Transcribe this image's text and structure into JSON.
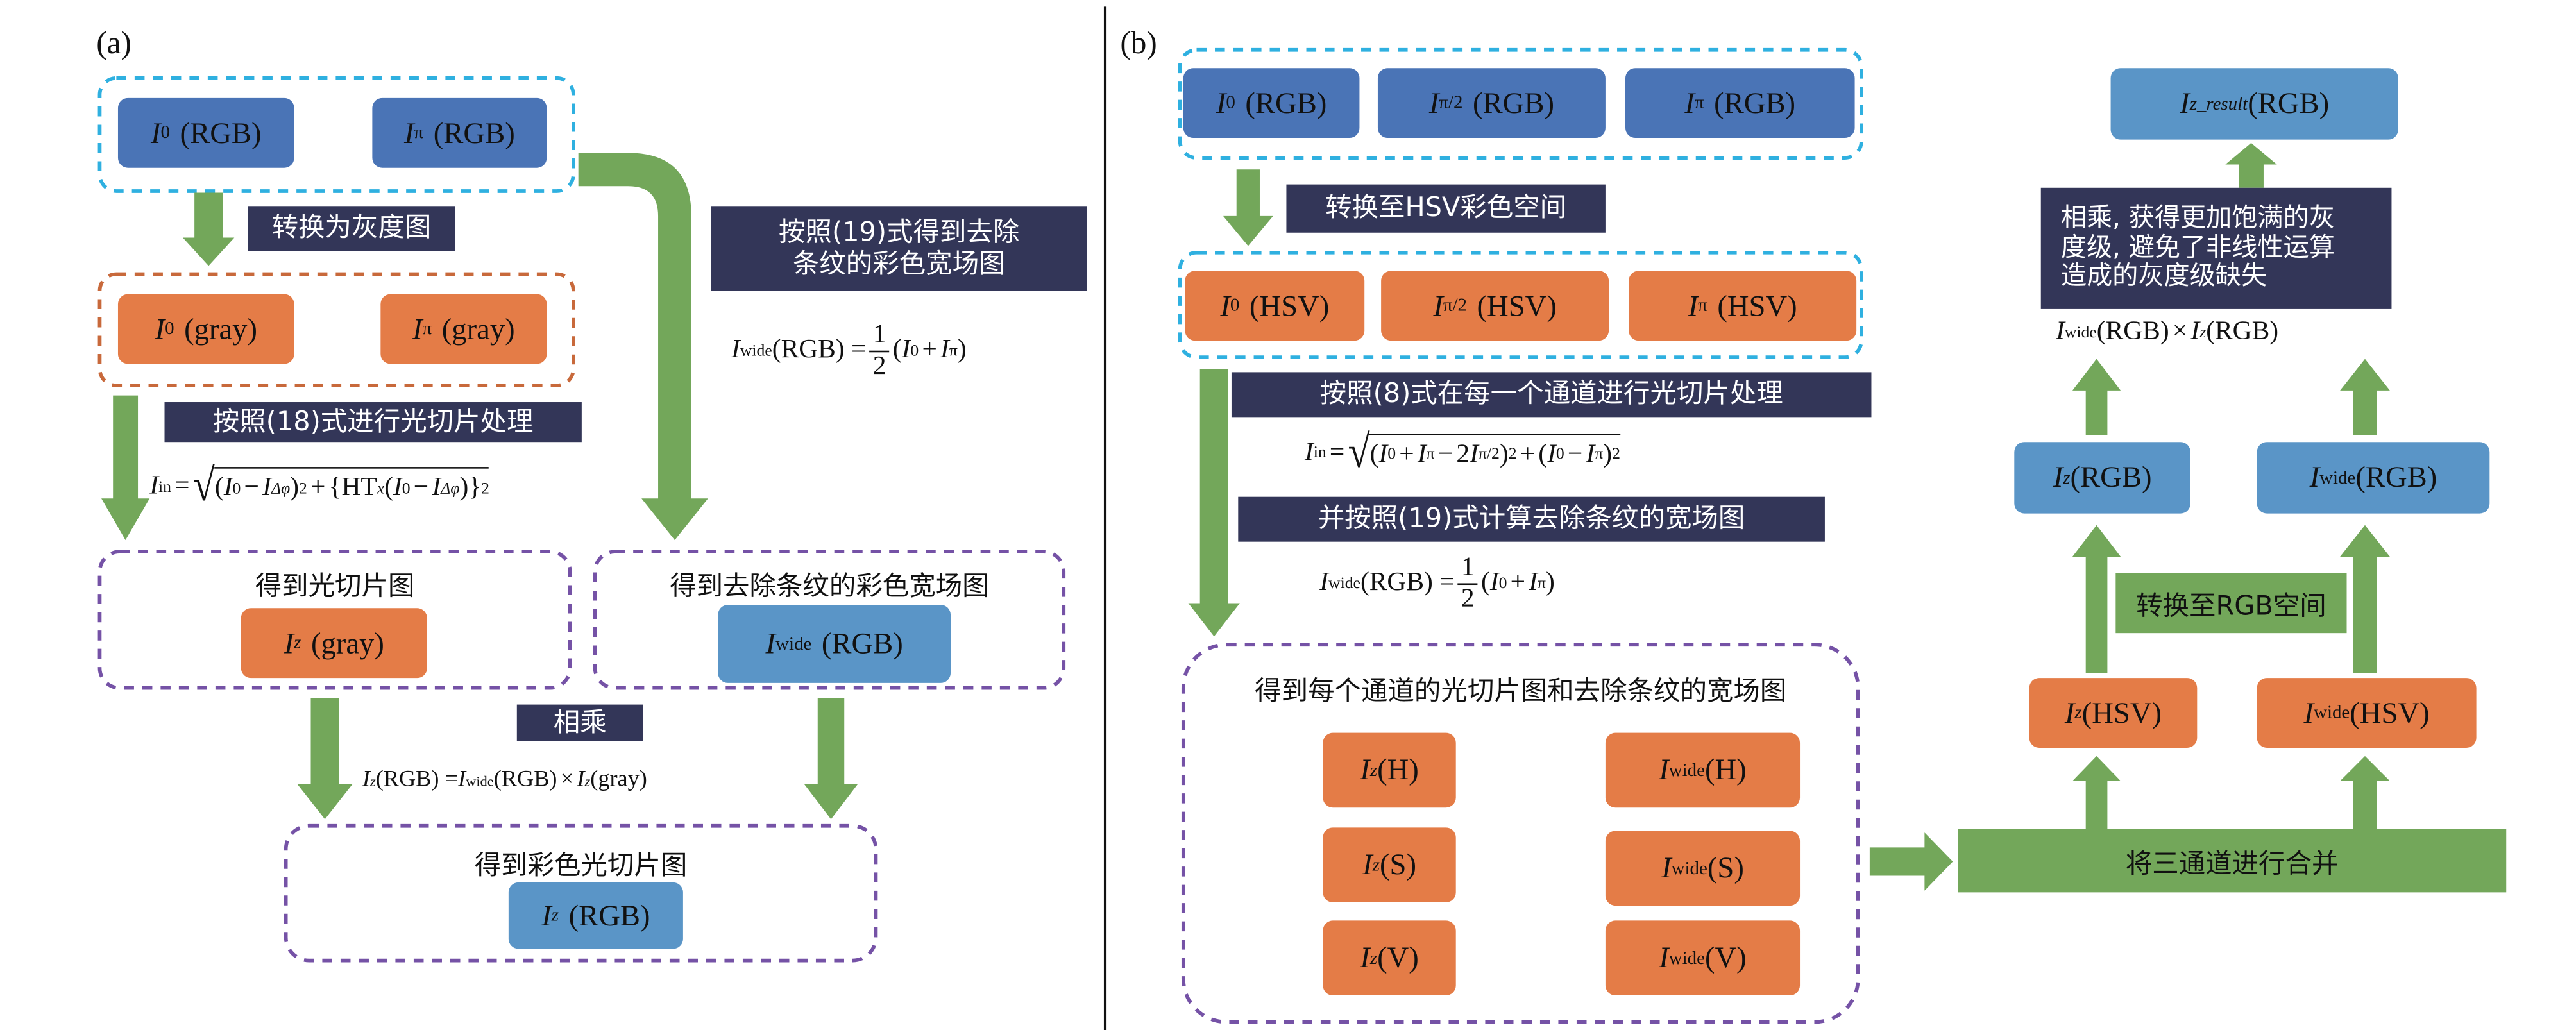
{
  "colors": {
    "dark_blue_node": "#4a74b6",
    "light_blue_node": "#5a95c7",
    "orange_node": "#e47c47",
    "arrow_green": "#73a75a",
    "label_navy": "#333658",
    "dash_cyan": "#2fb0e0",
    "dash_orange": "#c8693b",
    "dash_purple": "#7552a6"
  },
  "panel_a": {
    "label": "(a)",
    "inputs": [
      {
        "var": "I",
        "sub": "0",
        "rest": "(RGB)"
      },
      {
        "var": "I",
        "sub": "π",
        "rest": "(RGB)"
      }
    ],
    "step_gray_label": "转换为灰度图",
    "gray": [
      {
        "var": "I",
        "sub": "0",
        "rest": "(gray)"
      },
      {
        "var": "I",
        "sub": "π",
        "rest": "(gray)"
      }
    ],
    "step_slice_label": "按照(18)式进行光切片处理",
    "formula_slice": [
      {
        "t": "I",
        "c": "i"
      },
      {
        "t": "in",
        "c": "sub"
      },
      {
        "t": " = ",
        "c": "op"
      },
      {
        "sqrt": [
          {
            "t": "("
          },
          {
            "t": "I",
            "c": "i"
          },
          {
            "t": "0",
            "c": "sub"
          },
          {
            "t": "−",
            "c": "op"
          },
          {
            "t": "I",
            "c": "i"
          },
          {
            "t": "Δφ",
            "c": "subi"
          },
          {
            "t": ")"
          },
          {
            "t": "2",
            "c": "sup"
          },
          {
            "t": "+",
            "c": "op"
          },
          {
            "t": "{HT"
          },
          {
            "t": "x",
            "c": "subi"
          },
          {
            "t": "("
          },
          {
            "t": "I",
            "c": "i"
          },
          {
            "t": "0",
            "c": "sub"
          },
          {
            "t": "−",
            "c": "op"
          },
          {
            "t": "I",
            "c": "i"
          },
          {
            "t": "Δφ",
            "c": "subi"
          },
          {
            "t": ")}"
          },
          {
            "t": "2",
            "c": "sup"
          }
        ]
      }
    ],
    "step_wide_label_lines": [
      "按照(19)式得到去除",
      "条纹的彩色宽场图"
    ],
    "formula_wide": [
      {
        "t": "I",
        "c": "i"
      },
      {
        "t": "wide",
        "c": "sub"
      },
      {
        "t": "(RGB) = "
      },
      {
        "frac": [
          "1",
          "2"
        ]
      },
      {
        "t": "("
      },
      {
        "t": "I",
        "c": "i"
      },
      {
        "t": "0",
        "c": "sub"
      },
      {
        "t": "+",
        "c": "op"
      },
      {
        "t": "I",
        "c": "i"
      },
      {
        "t": "π",
        "c": "sub"
      },
      {
        "t": ")"
      }
    ],
    "slice_group_title": "得到光切片图",
    "slice_node": {
      "var": "I",
      "sub": "z",
      "rest": "(gray)"
    },
    "wide_group_title": "得到去除条纹的彩色宽场图",
    "wide_node": {
      "var": "I",
      "sub": "wide",
      "rest": "(RGB)"
    },
    "multiply_label": "相乘",
    "formula_multiply": [
      {
        "t": "I",
        "c": "i"
      },
      {
        "t": "z",
        "c": "subi"
      },
      {
        "t": "(RGB) = "
      },
      {
        "t": "I",
        "c": "i"
      },
      {
        "t": "wide",
        "c": "sub"
      },
      {
        "t": "(RGB)"
      },
      {
        "t": "×",
        "c": "op"
      },
      {
        "t": "I",
        "c": "i"
      },
      {
        "t": "z",
        "c": "subi"
      },
      {
        "t": "(gray)"
      }
    ],
    "result_group_title": "得到彩色光切片图",
    "result_node": {
      "var": "I",
      "sub": "z",
      "rest": "(RGB)"
    }
  },
  "panel_b": {
    "label": "(b)",
    "inputs": [
      {
        "var": "I",
        "sub": "0",
        "rest": "(RGB)"
      },
      {
        "var": "I",
        "sub": "π/2",
        "rest": "(RGB)"
      },
      {
        "var": "I",
        "sub": "π",
        "rest": "(RGB)"
      }
    ],
    "step_hsv_label": "转换至HSV彩色空间",
    "hsv": [
      {
        "var": "I",
        "sub": "0",
        "rest": "(HSV)"
      },
      {
        "var": "I",
        "sub": "π/2",
        "rest": "(HSV)"
      },
      {
        "var": "I",
        "sub": "π",
        "rest": "(HSV)"
      }
    ],
    "step_slice_label": "按照(8)式在每一个通道进行光切片处理",
    "formula_slice": [
      {
        "t": "I",
        "c": "i"
      },
      {
        "t": "in",
        "c": "sub"
      },
      {
        "t": " = ",
        "c": "op"
      },
      {
        "sqrt": [
          {
            "t": "("
          },
          {
            "t": "I",
            "c": "i"
          },
          {
            "t": "0",
            "c": "sub"
          },
          {
            "t": "+",
            "c": "op"
          },
          {
            "t": "I",
            "c": "i"
          },
          {
            "t": "π",
            "c": "sub"
          },
          {
            "t": "−",
            "c": "op"
          },
          {
            "t": "2"
          },
          {
            "t": "I",
            "c": "i"
          },
          {
            "t": "π/2",
            "c": "sub"
          },
          {
            "t": ")"
          },
          {
            "t": "2",
            "c": "sup"
          },
          {
            "t": "+",
            "c": "op"
          },
          {
            "t": "("
          },
          {
            "t": "I",
            "c": "i"
          },
          {
            "t": "0",
            "c": "sub"
          },
          {
            "t": "−",
            "c": "op"
          },
          {
            "t": "I",
            "c": "i"
          },
          {
            "t": "π",
            "c": "sub"
          },
          {
            "t": ")"
          },
          {
            "t": "2",
            "c": "sup"
          }
        ]
      }
    ],
    "step_wide_label": "并按照(19)式计算去除条纹的宽场图",
    "formula_wide": [
      {
        "t": "I",
        "c": "i"
      },
      {
        "t": "wide",
        "c": "sub"
      },
      {
        "t": "(RGB) = "
      },
      {
        "frac": [
          "1",
          "2"
        ]
      },
      {
        "t": "("
      },
      {
        "t": "I",
        "c": "i"
      },
      {
        "t": "0",
        "c": "sub"
      },
      {
        "t": "+",
        "c": "op"
      },
      {
        "t": "I",
        "c": "i"
      },
      {
        "t": "π",
        "c": "sub"
      },
      {
        "t": ")"
      }
    ],
    "channels_group_title": "得到每个通道的光切片图和去除条纹的宽场图",
    "channel_slices": [
      {
        "var": "I",
        "sub": "z",
        "rest": "(H)"
      },
      {
        "var": "I",
        "sub": "z",
        "rest": "(S)"
      },
      {
        "var": "I",
        "sub": "z",
        "rest": "(V)"
      }
    ],
    "channel_wides": [
      {
        "var": "I",
        "sub": "wide",
        "rest": "(H)"
      },
      {
        "var": "I",
        "sub": "wide",
        "rest": "(S)"
      },
      {
        "var": "I",
        "sub": "wide",
        "rest": "(V)"
      }
    ],
    "merge_label": "将三通道进行合并",
    "merged_hsv": [
      {
        "var": "I",
        "sub": "z",
        "rest": "(HSV)"
      },
      {
        "var": "I",
        "sub": "wide",
        "rest": "(HSV)"
      }
    ],
    "to_rgb_label": "转换至RGB空间",
    "merged_rgb": [
      {
        "var": "I",
        "sub": "z",
        "rest": "(RGB)"
      },
      {
        "var": "I",
        "sub": "wide",
        "rest": "(RGB)"
      }
    ],
    "formula_product": [
      {
        "t": "I",
        "c": "i"
      },
      {
        "t": "wide",
        "c": "sub"
      },
      {
        "t": "(RGB)"
      },
      {
        "t": "×",
        "c": "op"
      },
      {
        "t": "I",
        "c": "i"
      },
      {
        "t": "z",
        "c": "subi"
      },
      {
        "t": "(RGB)"
      }
    ],
    "multiply_note_lines": [
      "相乘, 获得更加饱满的灰",
      "度级, 避免了非线性运算",
      "造成的灰度级缺失"
    ],
    "final_node": {
      "var": "I",
      "sub": "z_result",
      "rest": "(RGB)"
    }
  }
}
